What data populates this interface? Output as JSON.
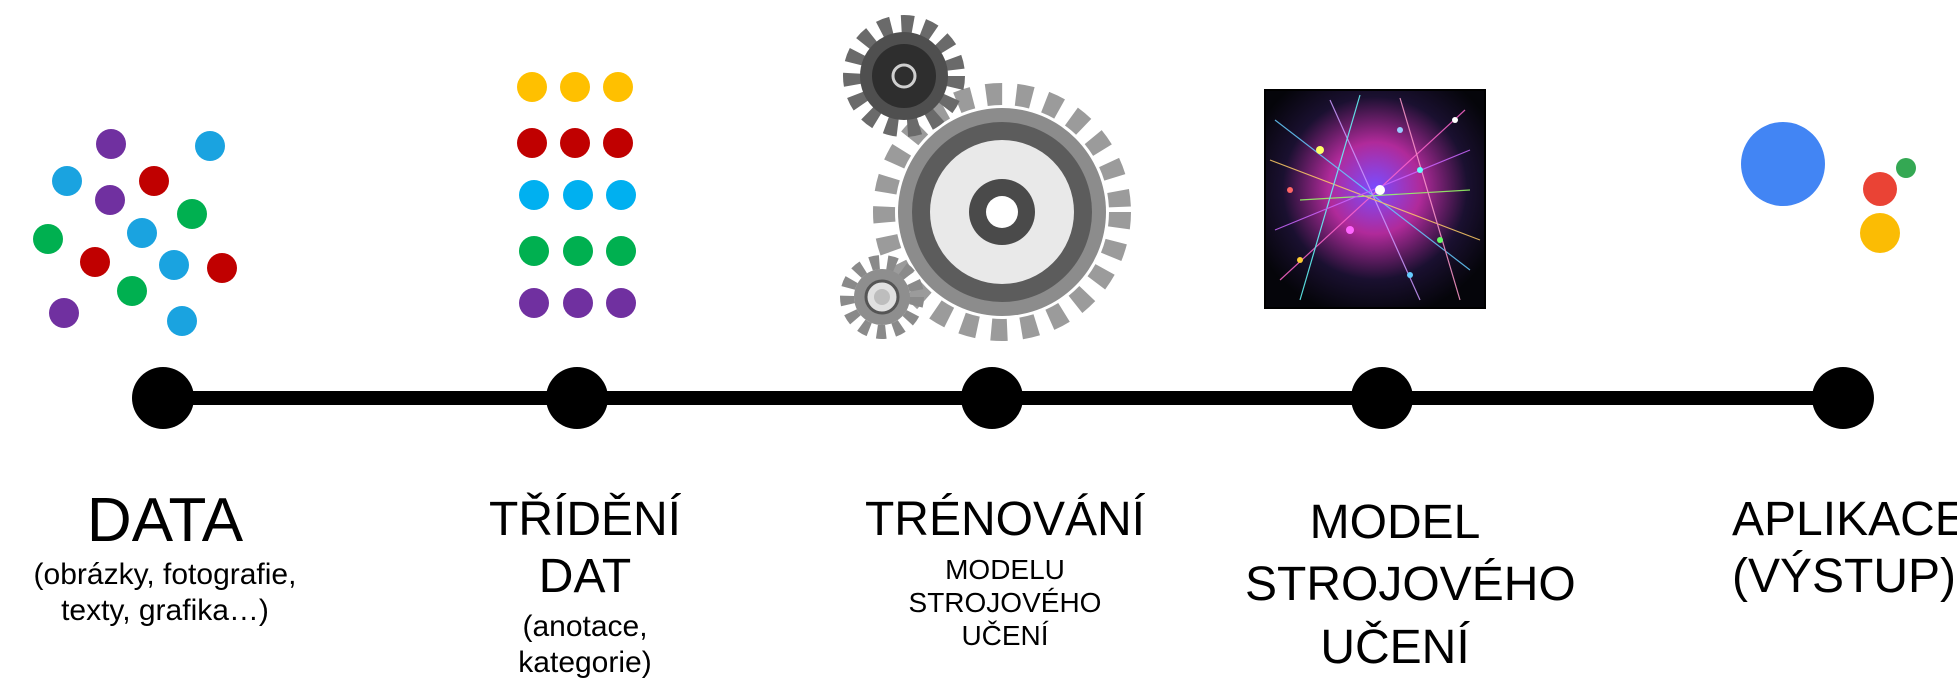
{
  "colors": {
    "purple": "#7030a0",
    "blue": "#1aa3e0",
    "red": "#c00000",
    "green": "#00b050",
    "yellow": "#ffc000",
    "timeline": "#000000",
    "google_blue": "#4285f4",
    "google_red": "#ea4335",
    "google_yellow": "#fbbc04",
    "google_green": "#34a853"
  },
  "stages": [
    {
      "title": "DATA",
      "sub": "(obrázky, fotografie, texty, grafika…)",
      "icon": "scattered-dots-icon"
    },
    {
      "title": "TŘÍDĚNÍ DAT",
      "sub": "(anotace, kategorie)",
      "icon": "sorted-dots-icon"
    },
    {
      "title": "TRÉNOVÁNÍ",
      "sub": "MODELU STROJOVÉHO UČENÍ",
      "icon": "gears-icon"
    },
    {
      "title": "MODEL STROJOVÉHO UČENÍ",
      "sub": "",
      "icon": "neural-network-image"
    },
    {
      "title": "APLIKACE (VÝSTUP)",
      "sub": "",
      "icon": "assistant-logo-icon"
    }
  ]
}
